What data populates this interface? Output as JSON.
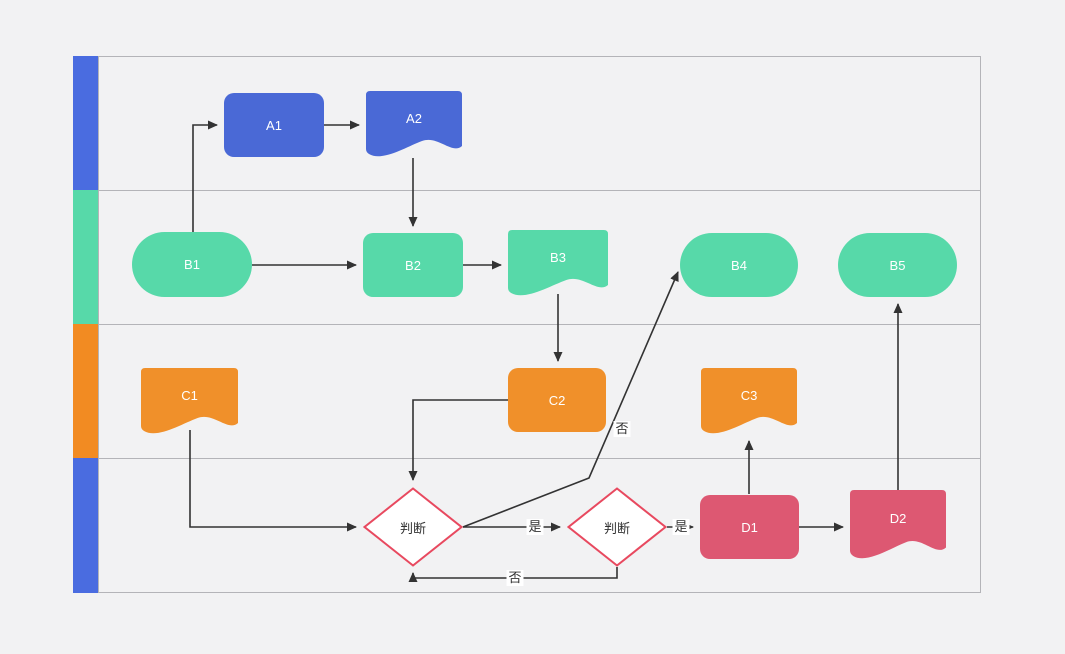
{
  "colors": {
    "canvas-bg": "#f2f2f3",
    "lane-border": "#b4b4b8",
    "bar-blue": "#4a6ce0",
    "bar-green": "#57d9a9",
    "bar-orange": "#f28b22",
    "node-blue": "#4a69d6",
    "node-green": "#57d9a9",
    "node-orange": "#f0902a",
    "node-pink": "#dd5872",
    "diamond-border": "#e8495f",
    "diamond-fill": "#ffffff",
    "edge": "#333333",
    "edge-label-bg": "#ffffff"
  },
  "lanes": [
    {
      "id": "lane-1",
      "bar_color": "#4a6ce0"
    },
    {
      "id": "lane-2",
      "bar_color": "#57d9a9"
    },
    {
      "id": "lane-3",
      "bar_color": "#f28b22"
    },
    {
      "id": "lane-4",
      "bar_color": "#4a6ce0"
    }
  ],
  "nodes": {
    "a1": {
      "label": "A1",
      "shape": "rounded-rect",
      "color": "#4a69d6"
    },
    "a2": {
      "label": "A2",
      "shape": "document",
      "color": "#4a69d6"
    },
    "b1": {
      "label": "B1",
      "shape": "stadium",
      "color": "#57d9a9"
    },
    "b2": {
      "label": "B2",
      "shape": "rounded-rect",
      "color": "#57d9a9"
    },
    "b3": {
      "label": "B3",
      "shape": "document",
      "color": "#57d9a9"
    },
    "b4": {
      "label": "B4",
      "shape": "stadium",
      "color": "#57d9a9"
    },
    "b5": {
      "label": "B5",
      "shape": "stadium",
      "color": "#57d9a9"
    },
    "c1": {
      "label": "C1",
      "shape": "document",
      "color": "#f0902a"
    },
    "c2": {
      "label": "C2",
      "shape": "rounded-rect",
      "color": "#f0902a"
    },
    "c3": {
      "label": "C3",
      "shape": "document",
      "color": "#f0902a"
    },
    "decision1": {
      "label": "判断",
      "shape": "diamond",
      "color": "#ffffff"
    },
    "decision2": {
      "label": "判断",
      "shape": "diamond",
      "color": "#ffffff"
    },
    "d1": {
      "label": "D1",
      "shape": "rounded-rect",
      "color": "#dd5872"
    },
    "d2": {
      "label": "D2",
      "shape": "document",
      "color": "#dd5872"
    }
  },
  "edge_labels": {
    "yes1": "是",
    "yes2": "是",
    "no1": "否",
    "no2": "否"
  },
  "edges": [
    {
      "from": "b1",
      "to": "a1",
      "label": ""
    },
    {
      "from": "a1",
      "to": "a2",
      "label": ""
    },
    {
      "from": "a2",
      "to": "b2",
      "label": ""
    },
    {
      "from": "b1",
      "to": "b2",
      "label": ""
    },
    {
      "from": "b2",
      "to": "b3",
      "label": ""
    },
    {
      "from": "b3",
      "to": "c2",
      "label": ""
    },
    {
      "from": "c2",
      "to": "decision1",
      "label": ""
    },
    {
      "from": "c1",
      "to": "decision1",
      "label": ""
    },
    {
      "from": "decision1",
      "to": "decision2",
      "label": "是"
    },
    {
      "from": "decision1",
      "to": "b4",
      "label": "否"
    },
    {
      "from": "decision2",
      "to": "d1",
      "label": "是"
    },
    {
      "from": "decision2",
      "to": "decision1",
      "label": "否"
    },
    {
      "from": "d1",
      "to": "c3",
      "label": ""
    },
    {
      "from": "d1",
      "to": "d2",
      "label": ""
    },
    {
      "from": "d2",
      "to": "b5",
      "label": ""
    }
  ]
}
